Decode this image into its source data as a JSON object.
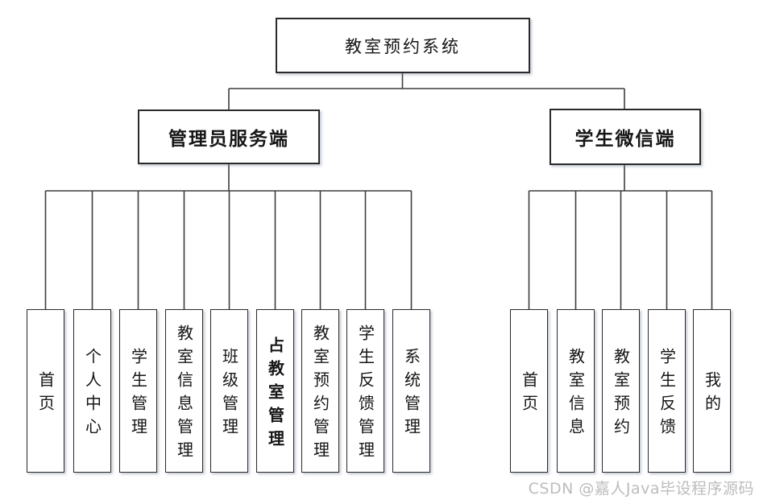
{
  "diagram": {
    "root": "教室预约系统",
    "admin": {
      "label": "管理员服务端",
      "children": [
        "首页",
        "个人中心",
        "学生管理",
        "教室信息管理",
        "班级管理",
        "占教室管理",
        "教室预约管理",
        "学生反馈管理",
        "系统管理"
      ]
    },
    "student": {
      "label": "学生微信端",
      "children": [
        "首页",
        "教室信息",
        "教室预约",
        "学生反馈",
        "我的"
      ]
    }
  },
  "watermark": "CSDN @嘉人Java毕设程序源码",
  "colors": {
    "background": "#ffffff",
    "node_border": "#2a2a2a",
    "connector_line": "#3d3d3d",
    "shadow": "#7d879b",
    "watermark_text": "#bcbcbc"
  }
}
